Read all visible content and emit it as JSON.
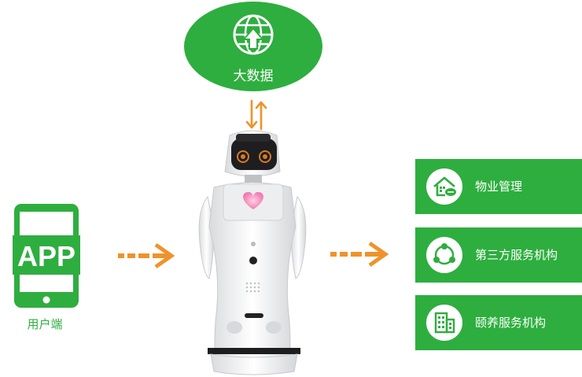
{
  "big_data": {
    "label": "大数据",
    "icon": "globe-upload-icon"
  },
  "app": {
    "icon_text": "APP",
    "label": "用户端",
    "icon": "phone-app-icon"
  },
  "services": [
    {
      "label": "物业管理",
      "icon": "house-chat-icon"
    },
    {
      "label": "第三方服务机构",
      "icon": "network-cycle-icon"
    },
    {
      "label": "颐养服务机构",
      "icon": "building-icon"
    }
  ],
  "colors": {
    "green": "#2eae3f",
    "orange": "#f0922b"
  }
}
